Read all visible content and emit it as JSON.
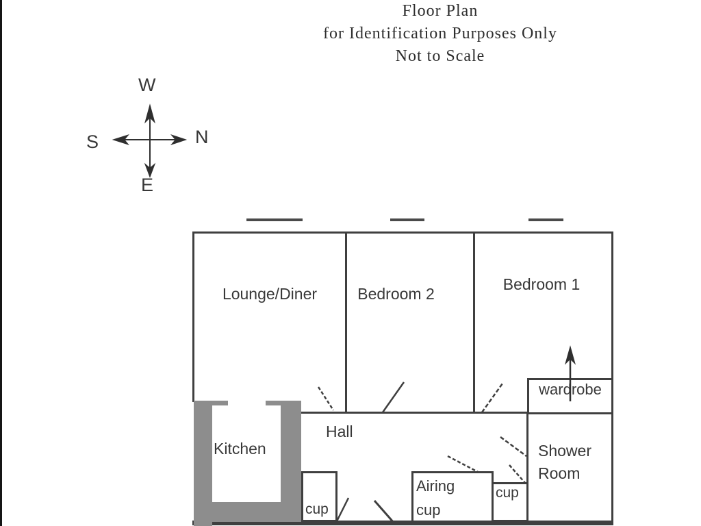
{
  "title": {
    "line1": "Floor Plan",
    "line2": "for Identification Purposes Only",
    "line3": "Not to Scale"
  },
  "compass": {
    "top": "W",
    "right": "N",
    "left": "S",
    "bottom": "E"
  },
  "rooms": {
    "lounge": "Lounge/Diner",
    "bedroom2": "Bedroom 2",
    "bedroom1": "Bedroom 1",
    "kitchen": "Kitchen",
    "hall": "Hall",
    "shower_line1": "Shower",
    "shower_line2": "Room",
    "wardrobe": "wardrobe"
  },
  "cupboards": {
    "hall_cup": "cup",
    "airing_line1": "Airing",
    "airing_line2": "cup",
    "small_cup": "cup"
  },
  "colors": {
    "wall_line": "#3f3f3f",
    "kitchen_wall_gray": "#8d8d8d",
    "text": "#383838",
    "background": "#ffffff"
  }
}
